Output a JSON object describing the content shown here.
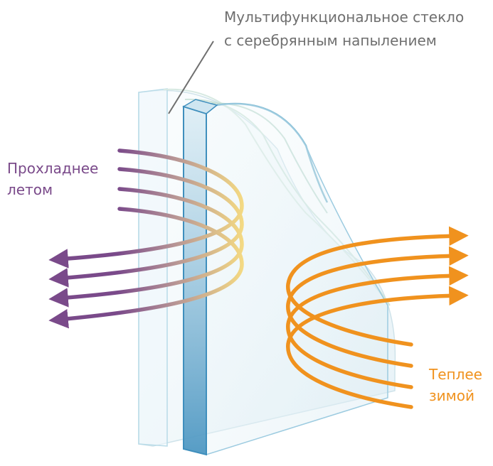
{
  "caption": {
    "line1": "Мультифункциональное стекло",
    "line2": "с серебрянным напылением"
  },
  "cool_label": {
    "line1": "Прохладнее",
    "line2": "летом"
  },
  "warm_label": {
    "line1": "Теплее",
    "line2": "зимой"
  },
  "colors": {
    "summer_arrow": "#7a4a8a",
    "summer_arc": "#f5d77a",
    "winter_arrow": "#f0921e",
    "glass_edge": "#5aa3c8",
    "caption_text": "#6f6f6f"
  }
}
